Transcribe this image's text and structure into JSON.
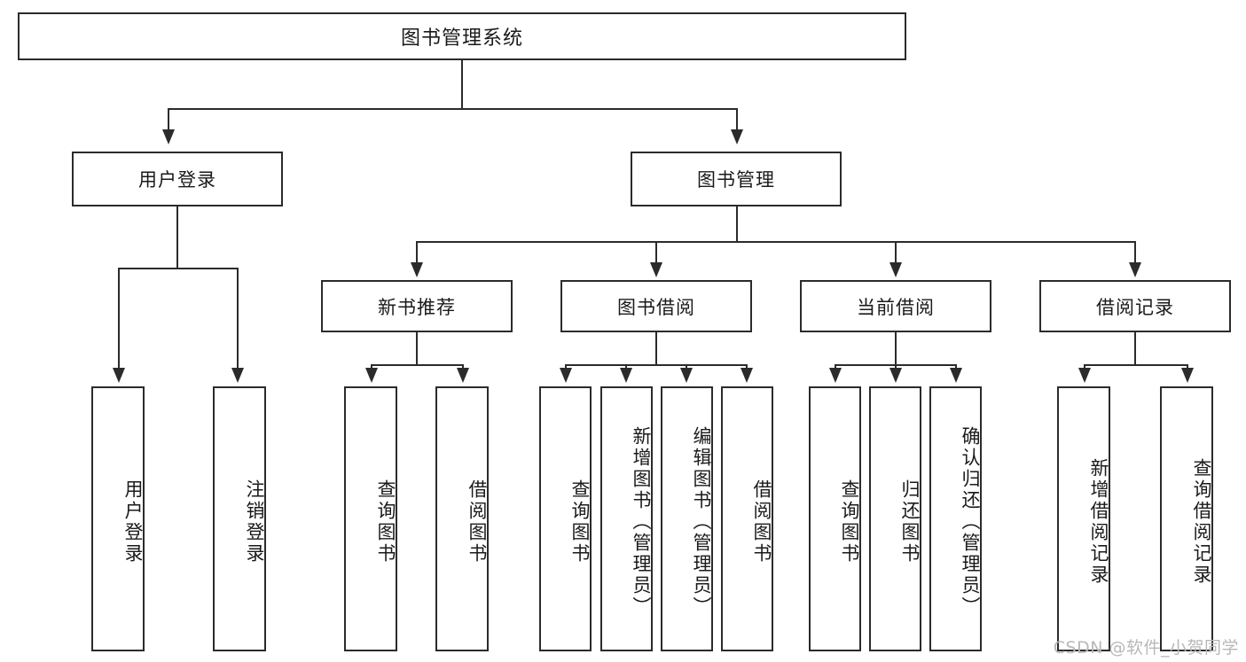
{
  "diagram": {
    "title": "图书管理系统",
    "type": "tree-hierarchy-diagram",
    "root": {
      "label": "图书管理系统"
    },
    "level1": [
      {
        "label": "用户登录"
      },
      {
        "label": "图书管理"
      }
    ],
    "level2": [
      {
        "label": "新书推荐"
      },
      {
        "label": "图书借阅"
      },
      {
        "label": "当前借阅"
      },
      {
        "label": "借阅记录"
      }
    ],
    "leaves": [
      {
        "label": "用户登录"
      },
      {
        "label": "注销登录"
      },
      {
        "label": "查询图书"
      },
      {
        "label": "借阅图书"
      },
      {
        "label": "查询图书"
      },
      {
        "label": "新增图书（管理员）"
      },
      {
        "label": "编辑图书（管理员）"
      },
      {
        "label": "借阅图书"
      },
      {
        "label": "查询图书"
      },
      {
        "label": "归还图书"
      },
      {
        "label": "确认归还（管理员）"
      },
      {
        "label": "新增借阅记录"
      },
      {
        "label": "查询借阅记录"
      }
    ]
  },
  "watermark": {
    "text": "CSDN @软件_小贺同学"
  },
  "colors": {
    "stroke": "#2b2b2b",
    "background": "#ffffff",
    "text": "#1a1a1a",
    "watermark": "#b8b8b8"
  }
}
